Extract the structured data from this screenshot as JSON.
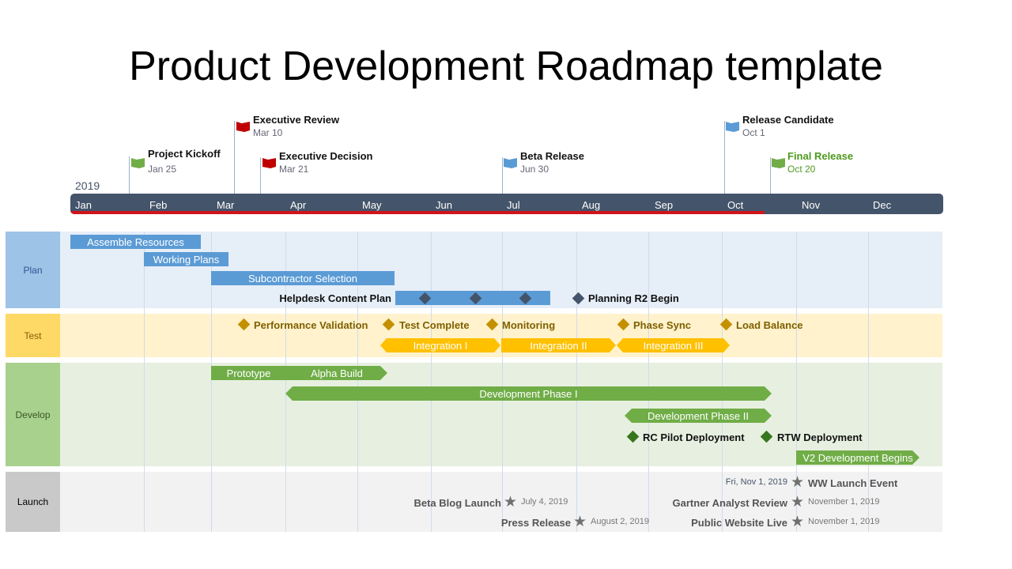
{
  "title": "Product Development Roadmap template",
  "year": "2019",
  "months": [
    "Jan",
    "Feb",
    "Mar",
    "Apr",
    "May",
    "Jun",
    "Jul",
    "Aug",
    "Sep",
    "Oct",
    "Nov",
    "Dec"
  ],
  "milestones": [
    {
      "title": "Project Kickoff",
      "date": "Jan 25",
      "color": "#70ad47"
    },
    {
      "title": "Executive Review",
      "date": "Mar 10",
      "color": "#c00000"
    },
    {
      "title": "Executive Decision",
      "date": "Mar 21",
      "color": "#c00000"
    },
    {
      "title": "Beta Release",
      "date": "Jun 30",
      "color": "#5b9bd5"
    },
    {
      "title": "Release Candidate",
      "date": "Oct 1",
      "color": "#5b9bd5"
    },
    {
      "title": "Final Release",
      "date": "Oct 20",
      "color": "#70ad47"
    }
  ],
  "swimlanes": {
    "plan": "Plan",
    "test": "Test",
    "develop": "Develop",
    "launch": "Launch"
  },
  "plan": {
    "tasks": [
      "Assemble Resources",
      "Working Plans",
      "Subcontractor Selection",
      "Helpdesk Content Plan"
    ],
    "milestone": "Planning R2 Begin"
  },
  "test": {
    "milestones": [
      "Performance Validation",
      "Test Complete",
      "Monitoring",
      "Phase Sync",
      "Load Balance"
    ],
    "tasks": [
      "Integration I",
      "Integration II",
      "Integration III"
    ]
  },
  "develop": {
    "tasks": [
      "Prototype",
      "Alpha Build",
      "Development Phase I",
      "Development Phase II",
      "V2 Development Begins"
    ],
    "milestones": [
      "RC Pilot Deployment",
      "RTW Deployment"
    ]
  },
  "launch": [
    {
      "label": "WW Launch Event",
      "date": "Fri, Nov 1, 2019"
    },
    {
      "label": "Beta Blog Launch",
      "date": "July 4, 2019"
    },
    {
      "label": "Gartner Analyst Review",
      "date": "November 1, 2019"
    },
    {
      "label": "Press Release",
      "date": "August 2, 2019"
    },
    {
      "label": "Public Website Live",
      "date": "November 1, 2019"
    }
  ]
}
